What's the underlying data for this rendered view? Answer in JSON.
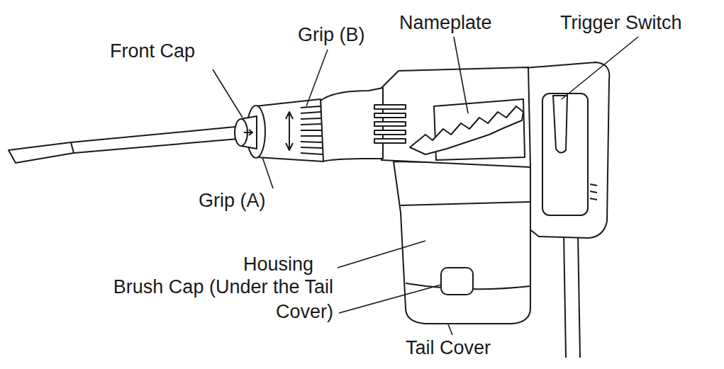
{
  "diagram": {
    "labels": [
      "Front Cap",
      "Grip (B)",
      "Nameplate",
      "Trigger Switch",
      "Grip (A)",
      "Housing",
      "Brush Cap (Under the Tail Cover)",
      "Tail Cover"
    ]
  }
}
